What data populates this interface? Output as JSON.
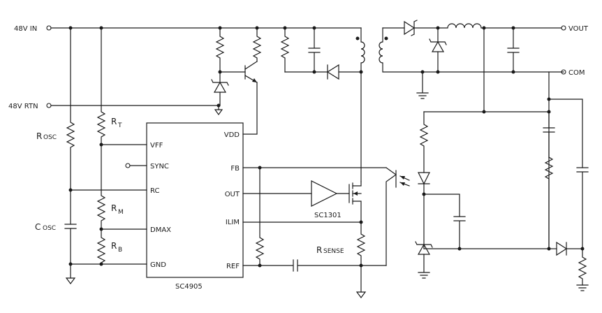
{
  "ports": {
    "vin": "48V IN",
    "rtn": "48V RTN",
    "vout": "VOUT",
    "com": "COM"
  },
  "ic": {
    "name": "SC4905",
    "left_pins": [
      "VFF",
      "SYNC",
      "RC",
      "DMAX",
      "GND"
    ],
    "right_pins": [
      "VDD",
      "FB",
      "OUT",
      "ILIM",
      "REF"
    ]
  },
  "driver": {
    "name": "SC1301"
  },
  "components": {
    "rosc": {
      "main": "R",
      "sub": "OSC"
    },
    "cosc": {
      "main": "C",
      "sub": "OSC"
    },
    "rt": {
      "main": "R",
      "sub": "T"
    },
    "rm": {
      "main": "R",
      "sub": "M"
    },
    "rb": {
      "main": "R",
      "sub": "B"
    },
    "rsense": {
      "main": "R",
      "sub": "SENSE"
    }
  }
}
